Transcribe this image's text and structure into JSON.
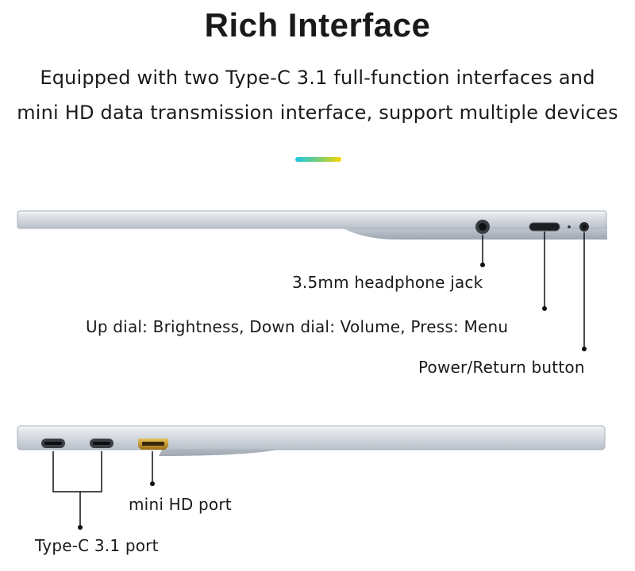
{
  "title": "Rich Interface",
  "subtitle": {
    "line1": "Equipped with two Type-C 3.1 full-function interfaces and",
    "line2": "mini HD data transmission interface, support multiple devices"
  },
  "colors": {
    "accent_gradient": [
      "#1ec7e6",
      "#7ed06a",
      "#ffd400"
    ],
    "device_silver": "#d3d8df",
    "port_gold": "#c89a2a",
    "callout_line": "#111111"
  },
  "top_edge": {
    "labels": {
      "headphone": "3.5mm headphone jack",
      "dial": "Up dial: Brightness, Down dial: Volume, Press: Menu",
      "power": "Power/Return button"
    },
    "icons": [
      "headphone-jack-icon",
      "dial-slot-icon",
      "indicator-led-icon",
      "power-button-icon"
    ]
  },
  "bottom_edge": {
    "labels": {
      "mini_hd": "mini HD port",
      "typec": "Type-C 3.1 port"
    },
    "icons": [
      "type-c-port-icon",
      "type-c-port-icon",
      "mini-hd-port-icon"
    ]
  }
}
